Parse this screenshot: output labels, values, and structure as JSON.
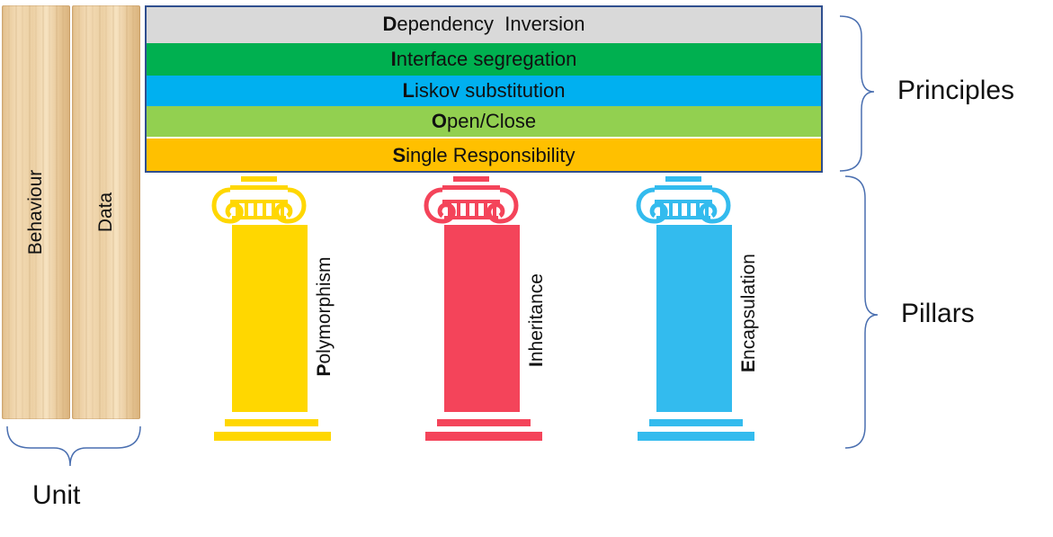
{
  "unit": {
    "label": "Unit",
    "planks": [
      {
        "label": "Behaviour"
      },
      {
        "label": "Data"
      }
    ]
  },
  "principles": {
    "label": "Principles",
    "bands": [
      {
        "initial": "D",
        "rest": "ependency  Inversion",
        "color": "#d9d9d9"
      },
      {
        "initial": "I",
        "rest": "nterface segregation",
        "color": "#00b050"
      },
      {
        "initial": "L",
        "rest": "iskov substitution",
        "color": "#00b0f0"
      },
      {
        "initial": "O",
        "rest": "pen/Close",
        "color": "#92d050"
      },
      {
        "initial": "S",
        "rest": "ingle Responsibility",
        "color": "#ffc000"
      }
    ]
  },
  "pillars": {
    "label": "Pillars",
    "items": [
      {
        "initial": "P",
        "rest": "olymorphism",
        "color": "#ffd700"
      },
      {
        "initial": "I",
        "rest": "nheritance",
        "color": "#f4445a"
      },
      {
        "initial": "E",
        "rest": "ncapsulation",
        "color": "#33bbee"
      }
    ]
  }
}
